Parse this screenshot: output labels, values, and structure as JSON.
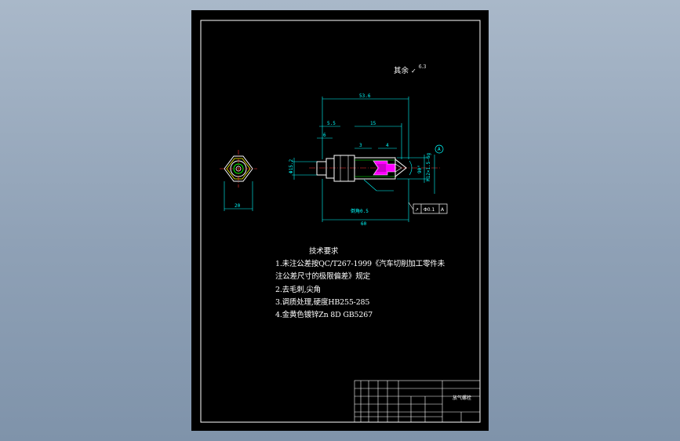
{
  "drawing": {
    "surface_note": "其余",
    "roughness": "6.3",
    "datum_label": "A",
    "tolerance_frame": {
      "symbol": "↗",
      "value": "Φ0.1",
      "datum": "A"
    },
    "dimensions": {
      "overall_top": "53.6",
      "shoulder": "5.5",
      "step": "6",
      "mid": "15",
      "tip": "3",
      "inner": "4",
      "left_dia": "Φ15.2",
      "thread": "M12×1.5-6g",
      "angle": "90°",
      "bottom_note": "倒角0.5",
      "overall_bottom": "60",
      "hex": "20"
    },
    "tech_requirements": {
      "title": "技术要求",
      "lines": [
        "1.未注公差按QC/T267-1999《汽车切削加工零件未",
        "注公差尺寸的极限偏差》规定",
        "2.去毛刺,尖角",
        "3.调质处理,硬度HB255-285",
        "4.金黄色镀锌Zn 8D GB5267"
      ]
    },
    "title_block": {
      "part_name": "放气螺栓"
    }
  },
  "colors": {
    "background_top": "#a9b8c9",
    "sheet": "#000000",
    "border": "#ffffff",
    "dimension": "#00ffff",
    "geometry": "#ffffff",
    "centerline": "#ff3030",
    "hatch": "#ff00ff",
    "outline_green": "#00ff00"
  }
}
